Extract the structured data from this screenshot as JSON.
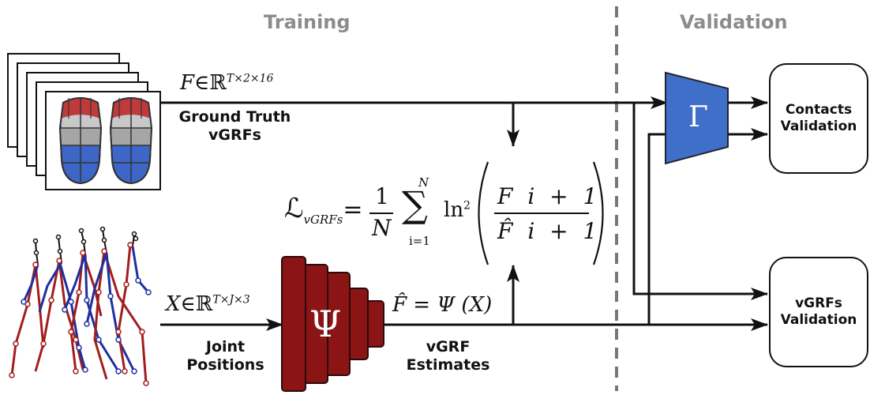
{
  "headers": {
    "training": "Training",
    "validation": "Validation"
  },
  "labels": {
    "ground_truth": "Ground Truth vGRFs",
    "joint_positions": "Joint Positions",
    "vgrf_estimates": "vGRF Estimates",
    "contacts_validation": "Contacts Validation",
    "vgrfs_validation": "vGRFs Validation"
  },
  "math": {
    "f_symbol": "F",
    "f_space": "∈ℝ",
    "f_dims": "T×2×16",
    "x_symbol": "X",
    "x_space": "∈ℝ",
    "x_dims": "T×J×3",
    "estimate": "F̂ = Ψ (X)",
    "gamma": "Γ",
    "psi": "Ψ",
    "loss_lhs": "ℒ",
    "loss_sub": "vGRFs",
    "loss_frac_num": "1",
    "loss_frac_den": "N",
    "sum_top": "N",
    "sum_bottom": "i=1",
    "log_label": "ln",
    "log_power": "2",
    "ratio_num": "F i + 1",
    "ratio_den": "F̂ i + 1"
  },
  "colors": {
    "header_gray": "#8c8c8c",
    "gamma_blue": "#3f6fc8",
    "psi_red": "#8b1414",
    "skeleton_red": "#a31d1d",
    "skeleton_blue": "#1f2fa0",
    "foot_red": "#c0393b",
    "foot_gray": "#a6a6a6",
    "foot_blue": "#3d66c7"
  }
}
